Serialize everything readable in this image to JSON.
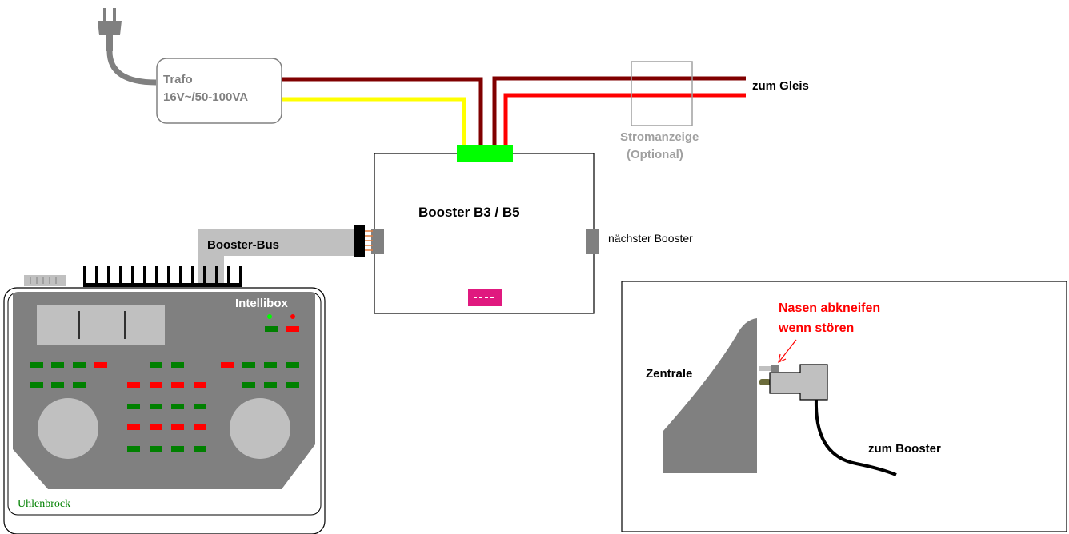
{
  "transformer": {
    "line1": "Trafo",
    "line2": "16V~/50-100VA"
  },
  "track_label": "zum Gleis",
  "current_meter": {
    "line1": "Stromanzeige",
    "line2": "(Optional)"
  },
  "booster": {
    "title": "Booster B3 / B5",
    "next_label": "nächster Booster"
  },
  "bus_label": "Booster-Bus",
  "central_unit": {
    "name": "Intellibox",
    "brand": "Uhlenbrock"
  },
  "inset": {
    "warning_line1": "Nasen abkneifen",
    "warning_line2": "wenn stören",
    "central_label": "Zentrale",
    "booster_label": "zum Booster"
  },
  "colors": {
    "wire_dark_red": "#800000",
    "wire_red": "#ff0000",
    "wire_yellow": "#ffff00",
    "connector_green": "#00ff00",
    "led_green": "#008000",
    "led_red": "#ff0000",
    "warning_text": "#ff0000",
    "brand_text": "#008000",
    "panel_gray": "#808080",
    "light_gray": "#c0c0c0"
  }
}
